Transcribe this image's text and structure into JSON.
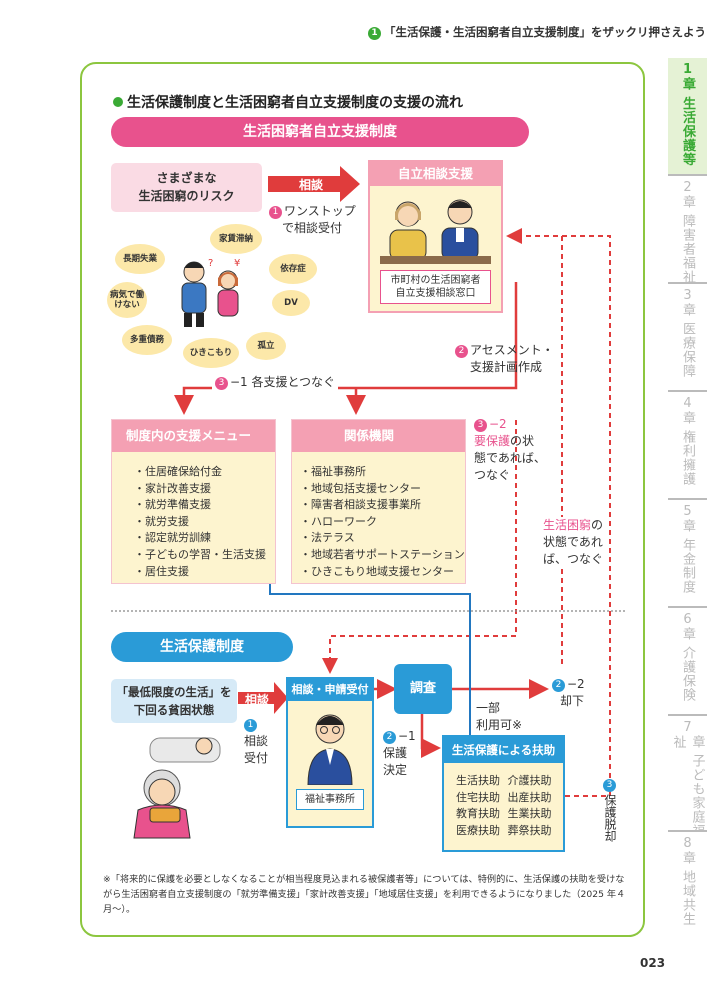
{
  "header": {
    "number": "1",
    "text": "「生活保護・生活困窮者自立支援制度」をザックリ押さえよう!"
  },
  "sidebar": [
    {
      "num": "1",
      "label": "章 生活保護等",
      "active": true
    },
    {
      "num": "2",
      "label": "章 障害者福祉"
    },
    {
      "num": "3",
      "label": "章 医療保障"
    },
    {
      "num": "4",
      "label": "章 権利擁護"
    },
    {
      "num": "5",
      "label": "章 年金制度"
    },
    {
      "num": "6",
      "label": "章 介護保険"
    },
    {
      "num": "7",
      "label": "章 子ども家庭福祉"
    },
    {
      "num": "8",
      "label": "章 地域共生"
    }
  ],
  "diagram": {
    "title": "生活保護制度と生活困窮者自立支援制度の支援の流れ",
    "banner_top": "生活困窮者自立支援制度",
    "risk_line1": "さまざまな",
    "risk_line2": "生活困窮のリスク",
    "consult": "相談",
    "step1_num": "1",
    "step1_line1": "ワンストップ",
    "step1_line2": "で相談受付",
    "clouds": [
      "家賃滞納",
      "長期失業",
      "依存症",
      "病気で働けない",
      "DV",
      "多重債務",
      "ひきこもり",
      "孤立"
    ],
    "jiritsu_head": "自立相談支援",
    "jiritsu_sub1": "市町村の生活困窮者",
    "jiritsu_sub2": "自立支援相談窓口",
    "step2_num": "2",
    "step2_line1": "アセスメント・",
    "step2_line2": "支援計画作成",
    "step31_num": "3",
    "step31_text": "−1 各支援とつなぐ",
    "menu_head": "制度内の支援メニュー",
    "menu_items": [
      "住居確保給付金",
      "家計改善支援",
      "就労準備支援",
      "就労支援",
      "認定就労訓練",
      "子どもの学習・生活支援",
      "居住支援"
    ],
    "kankei_head": "関係機関",
    "kankei_items": [
      "福祉事務所",
      "地域包括支援センター",
      "障害者相談支援事業所",
      "ハローワーク",
      "法テラス",
      "地域若者サポートステーション",
      "ひきこもり地域支援センター"
    ],
    "step32_num": "3",
    "step32_line1": "−2",
    "step32_line2a": "要保護",
    "step32_line2b": "の状",
    "step32_line3": "態であれば、",
    "step32_line4": "つなぐ",
    "konkyu_a": "生活困窮",
    "konkyu_b": "の",
    "konkyu_line2": "状態であれ",
    "konkyu_line3": "ば、つなぐ",
    "banner_bottom": "生活保護制度",
    "poverty_line1": "「最低限度の生活」を",
    "poverty_line2": "下回る貧困状態",
    "consult2": "相談",
    "b1_num": "1",
    "b1_line1": "相談",
    "b1_line2": "受付",
    "shinsei_head": "相談・申請受付",
    "fukushi_office": "福祉事務所",
    "chosa": "調査",
    "b21_num": "2",
    "b21_text": "−1",
    "b21_line2": "保護",
    "b21_line3": "決定",
    "ichibu_line1": "一部",
    "ichibu_line2": "利用可※",
    "b22_num": "2",
    "b22_text": "−2",
    "b22_line2": "却下",
    "fujo_head": "生活保護による扶助",
    "fujo_items": [
      "生活扶助",
      "介護扶助",
      "住宅扶助",
      "出産扶助",
      "教育扶助",
      "生業扶助",
      "医療扶助",
      "葬祭扶助"
    ],
    "b3_num": "3",
    "b3_text": "保護脱却"
  },
  "footnote": "※「将来的に保護を必要としなくなることが相当程度見込まれる被保護者等」については、特例的に、生活保護の扶助を受けながら生活困窮者自立支援制度の「就労準備支援」「家計改善支援」「地域居住支援」を利用できるようになりました（2025 年４月〜）。",
  "page_number": "023"
}
